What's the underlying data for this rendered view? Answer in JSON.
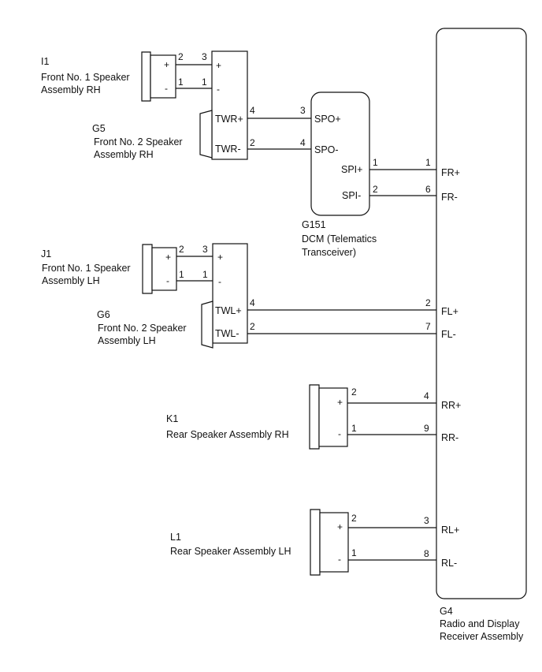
{
  "components": {
    "i1": {
      "code": "I1",
      "name_line1": "Front No. 1 Speaker",
      "name_line2": "Assembly RH",
      "plus": "+",
      "minus": "-",
      "pin_plus": "2",
      "pin_minus": "1"
    },
    "g5": {
      "code": "G5",
      "name_line1": "Front No. 2 Speaker",
      "name_line2": "Assembly RH",
      "plus": "+",
      "minus": "-",
      "pin_plus": "3",
      "pin_minus": "1",
      "term1": "TWR+",
      "term2": "TWR-",
      "pin_t1": "4",
      "pin_t2": "2"
    },
    "g151": {
      "code": "G151",
      "name_line1": "DCM (Telematics",
      "name_line2": "Transceiver)",
      "term_spo_plus": "SPO+",
      "term_spo_minus": "SPO-",
      "term_spi_plus": "SPI+",
      "term_spi_minus": "SPI-",
      "pin_spo_plus": "3",
      "pin_spo_minus": "4",
      "pin_spi_plus": "1",
      "pin_spi_minus": "2"
    },
    "j1": {
      "code": "J1",
      "name_line1": "Front No. 1 Speaker",
      "name_line2": "Assembly LH",
      "plus": "+",
      "minus": "-",
      "pin_plus": "2",
      "pin_minus": "1"
    },
    "g6": {
      "code": "G6",
      "name_line1": "Front No. 2 Speaker",
      "name_line2": "Assembly LH",
      "plus": "+",
      "minus": "-",
      "pin_plus": "3",
      "pin_minus": "1",
      "term1": "TWL+",
      "term2": "TWL-",
      "pin_t1": "4",
      "pin_t2": "2"
    },
    "k1": {
      "code": "K1",
      "name_line1": "Rear Speaker Assembly RH",
      "plus": "+",
      "minus": "-",
      "pin_plus": "2",
      "pin_minus": "1"
    },
    "l1": {
      "code": "L1",
      "name_line1": "Rear Speaker Assembly LH",
      "plus": "+",
      "minus": "-",
      "pin_plus": "2",
      "pin_minus": "1"
    },
    "g4": {
      "code": "G4",
      "name_line1": "Radio and Display",
      "name_line2": "Receiver Assembly",
      "terms": [
        "FR+",
        "FR-",
        "FL+",
        "FL-",
        "RR+",
        "RR-",
        "RL+",
        "RL-"
      ],
      "pins": [
        "1",
        "6",
        "2",
        "7",
        "4",
        "9",
        "3",
        "8"
      ]
    }
  }
}
